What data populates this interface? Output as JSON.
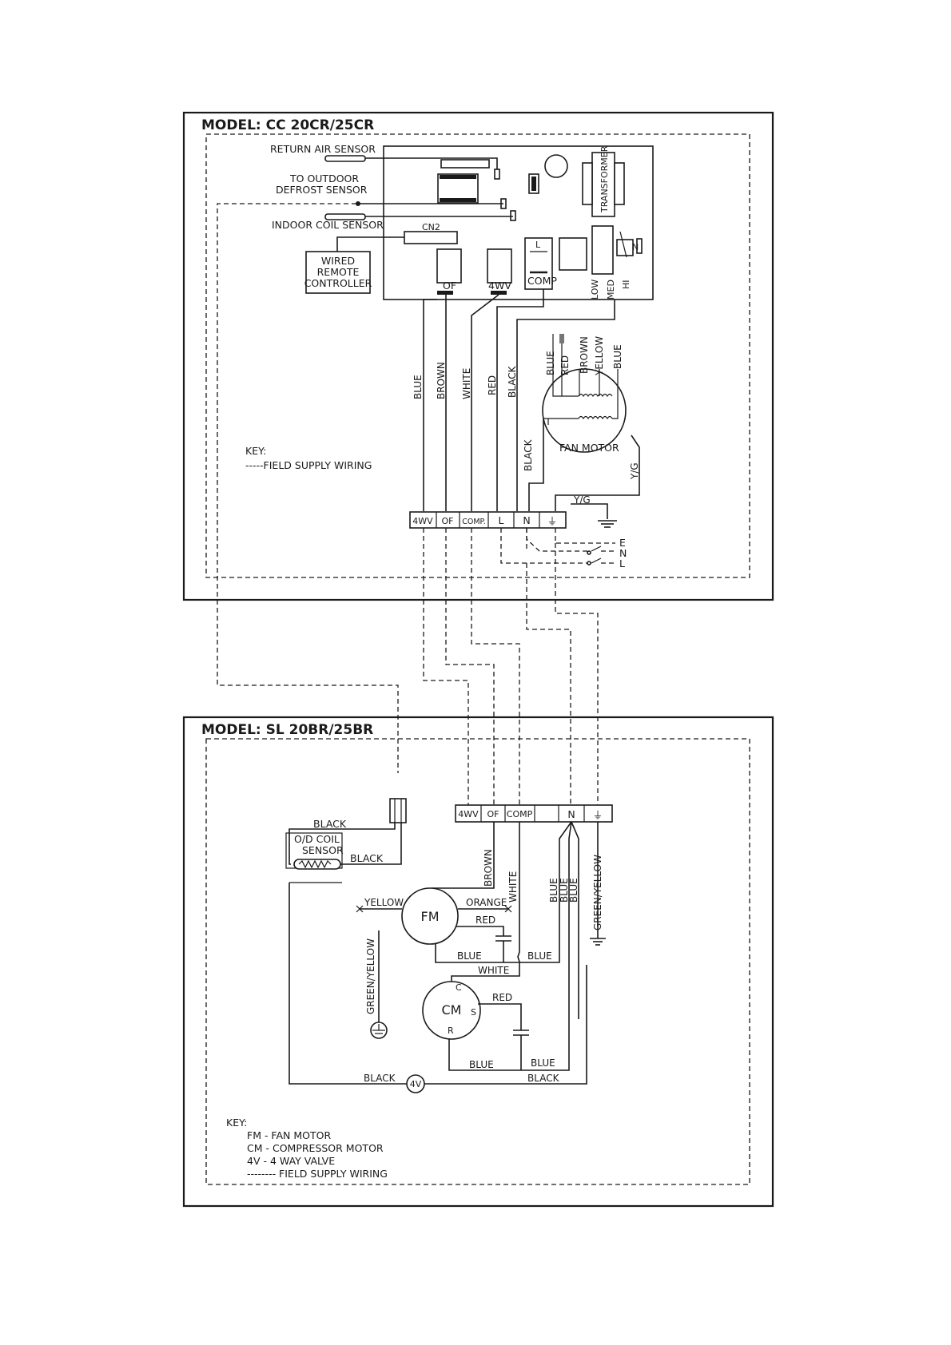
{
  "indoor": {
    "model": "MODEL: CC 20CR/25CR",
    "return_air_sensor": "RETURN AIR SENSOR",
    "to_outdoor": "TO OUTDOOR",
    "defrost_sensor": "DEFROST SENSOR",
    "indoor_coil_sensor": "INDOOR COIL SENSOR",
    "cn2": "CN2",
    "transformer": "TRANSFORMER",
    "wired_remote": [
      "WIRED",
      "REMOTE",
      "CONTROLLER"
    ],
    "relay_of": "OF",
    "relay_4wv": "4WV",
    "relay_l": "L",
    "relay_comp": "COMP",
    "relay_n": "N",
    "speed_low": "LOW",
    "speed_med": "MED",
    "speed_hi": "HI",
    "wires": [
      "BLUE",
      "BROWN",
      "WHITE",
      "RED",
      "BLACK"
    ],
    "motor_wires": [
      "BLUE",
      "RED",
      "BROWN",
      "YELLOW",
      "BLUE"
    ],
    "black2": "BLACK",
    "fan_motor": "FAN MOTOR",
    "yg": "Y/G",
    "yg2": "Y/G",
    "key": "KEY:",
    "key_line": "-----FIELD SUPPLY WIRING",
    "terminals": [
      "4WV",
      "OF",
      "COMP.",
      "L",
      "N",
      "⏚"
    ],
    "supply": [
      "E",
      "N",
      "L"
    ]
  },
  "outdoor": {
    "model": "MODEL: SL 20BR/25BR",
    "terminals": [
      "4WV",
      "OF",
      "COMP",
      "",
      "N",
      "⏚"
    ],
    "black_top": "BLACK",
    "od_coil": [
      "O/D COIL",
      "SENSOR"
    ],
    "black_right": "BLACK",
    "brown": "BROWN",
    "white": "WHITE",
    "blue1": "BLUE",
    "blue2": "BLUE",
    "blue3": "BLUE",
    "green_yellow": "GREEN/YELLOW",
    "yellow": "YELLOW",
    "fm": "FM",
    "orange": "ORANGE",
    "red_fm": "RED",
    "blue_fm": "BLUE",
    "blue_fm2": "BLUE",
    "white2": "WHITE",
    "green_yellow_left": "GREEN/YELLOW",
    "cm": "CM",
    "c": "C",
    "s": "S",
    "r": "R",
    "red_cm": "RED",
    "blue_cm": "BLUE",
    "blue_cm2": "BLUE",
    "black_bottom": "BLACK",
    "black_bottom2": "BLACK",
    "valve": "4V",
    "key": "KEY:",
    "key_lines": [
      "FM  -  FAN MOTOR",
      "CM  -  COMPRESSOR MOTOR",
      "4V  -  4 WAY VALVE",
      "--------  FIELD SUPPLY WIRING"
    ]
  }
}
